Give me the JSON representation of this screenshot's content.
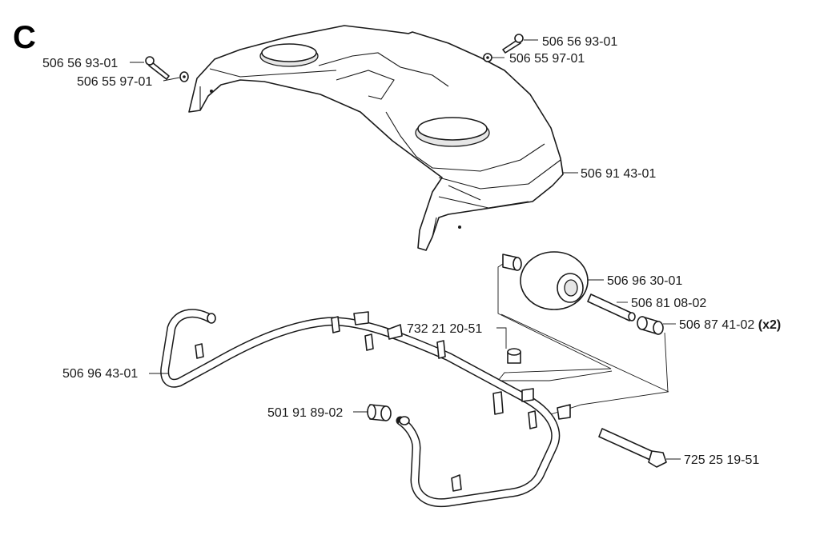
{
  "section_letter": "C",
  "callouts": {
    "screw_left": "506 56 93-01",
    "washer_left": "506 55 97-01",
    "screw_right": "506 56 93-01",
    "washer_right": "506 55 97-01",
    "front_cover": "506 91 43-01",
    "roller": "506 96 30-01",
    "axle": "506 81 08-02",
    "spacer": "506 87 41-02",
    "spacer_qty": "(x2)",
    "nut": "732 21 20-51",
    "bumper": "506 96 43-01",
    "rubber_bushing": "501 91 89-02",
    "bolt": "725 25 19-51"
  }
}
